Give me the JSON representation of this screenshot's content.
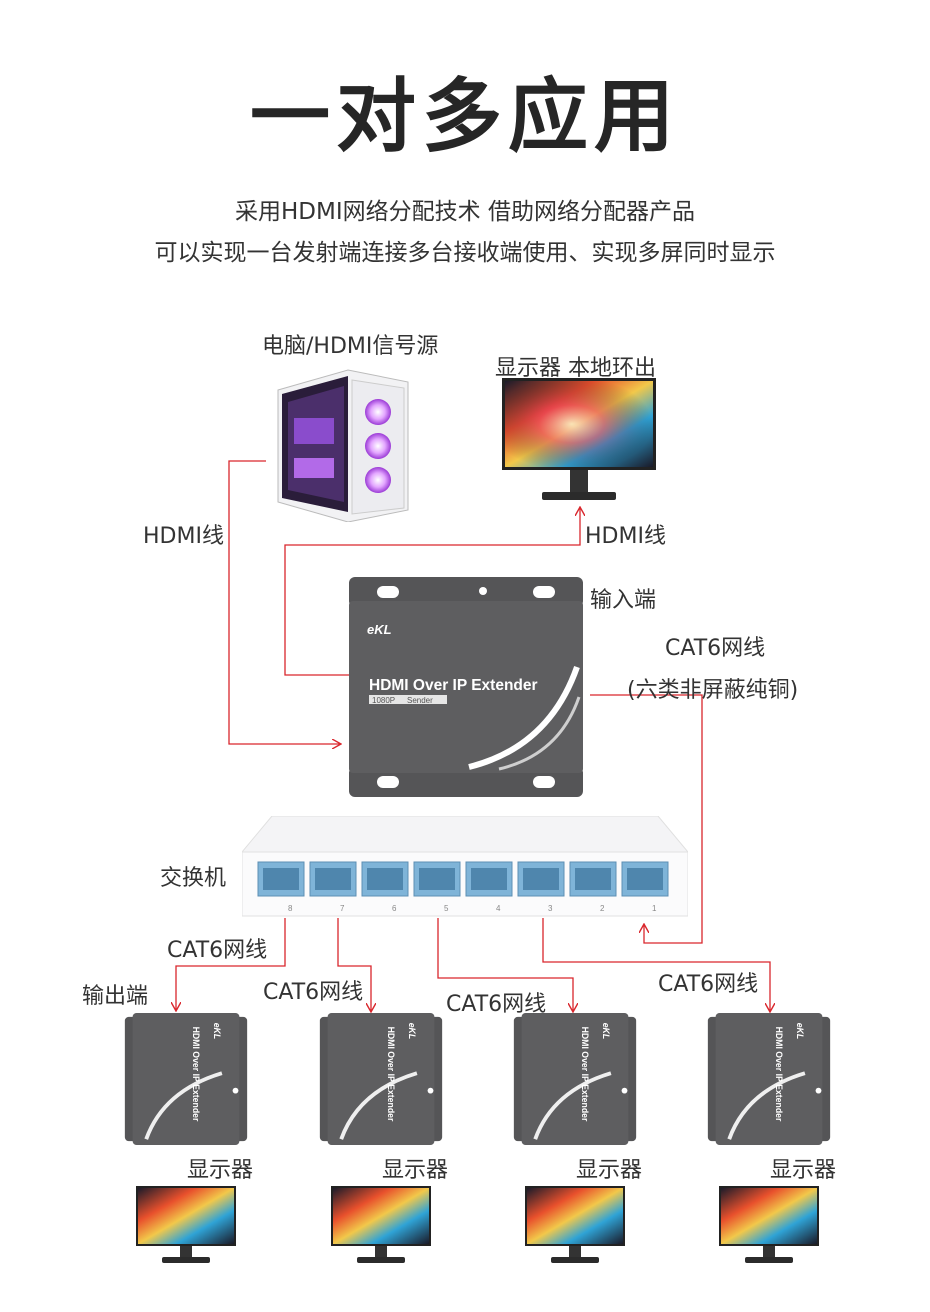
{
  "title": "一对多应用",
  "subtitle_line1": "采用HDMI网络分配技术  借助网络分配器产品",
  "subtitle_line2": "可以实现一台发射端连接多台接收端使用、实现多屏同时显示",
  "labels": {
    "source": "电脑/HDMI信号源",
    "local_monitor": "显示器 本地环出",
    "hdmi_left": "HDMI线",
    "hdmi_right": "HDMI线",
    "input_end": "输入端",
    "cat6_main": "CAT6网线",
    "cat6_note": "(六类非屏蔽纯铜)",
    "switch": "交换机",
    "output_end": "输出端",
    "cat6_1": "CAT6网线",
    "cat6_2": "CAT6网线",
    "cat6_3": "CAT6网线",
    "cat6_4": "CAT6网线",
    "display": "显示器"
  },
  "device": {
    "brand": "eKL",
    "name": "HDMI Over IP Extender",
    "resolution": "1080P",
    "role": "Sender"
  },
  "switch_ports": [
    "8",
    "7",
    "6",
    "5",
    "4",
    "3",
    "2",
    "1"
  ],
  "colors": {
    "wire": "#d9262c",
    "device": "#5e5e60",
    "switch_port": "#7fb4d8"
  }
}
